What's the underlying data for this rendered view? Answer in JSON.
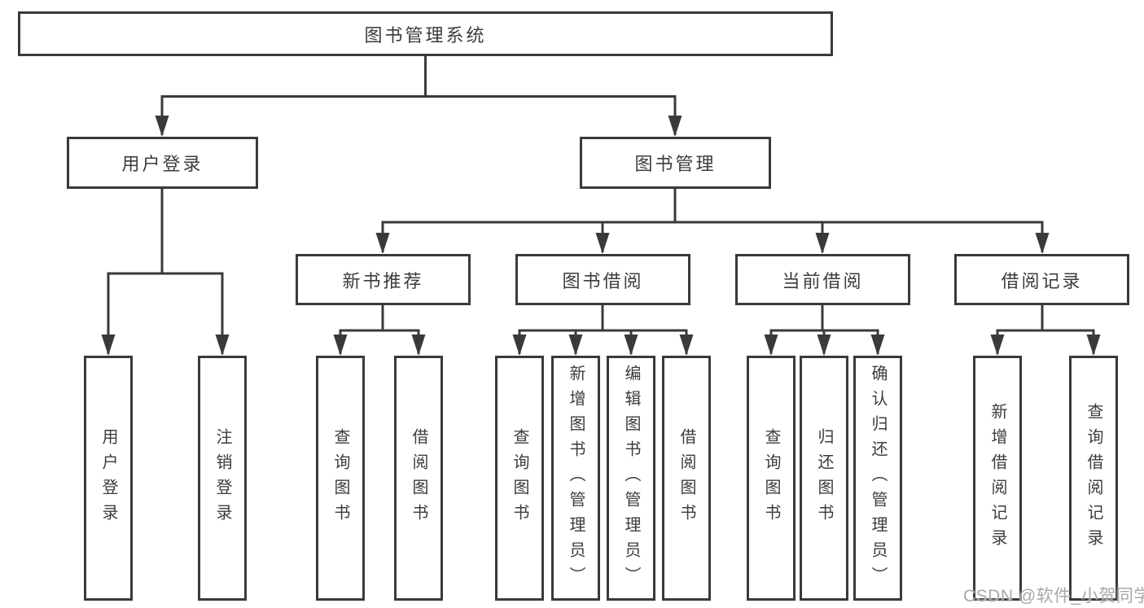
{
  "tree": {
    "label": "图书管理系统",
    "children": [
      {
        "label": "用户登录",
        "children": [
          {
            "label": "用户登录"
          },
          {
            "label": "注销登录"
          }
        ]
      },
      {
        "label": "图书管理",
        "children": [
          {
            "label": "新书推荐",
            "children": [
              {
                "label": "查询图书"
              },
              {
                "label": "借阅图书"
              }
            ]
          },
          {
            "label": "图书借阅",
            "children": [
              {
                "label": "查询图书"
              },
              {
                "label": "新增图书（管理员）"
              },
              {
                "label": "编辑图书（管理员）"
              },
              {
                "label": "借阅图书"
              }
            ]
          },
          {
            "label": "当前借阅",
            "children": [
              {
                "label": "查询图书"
              },
              {
                "label": "归还图书"
              },
              {
                "label": "确认归还（管理员）"
              }
            ]
          },
          {
            "label": "借阅记录",
            "children": [
              {
                "label": "新增借阅记录"
              },
              {
                "label": "查询借阅记录"
              }
            ]
          }
        ]
      }
    ]
  },
  "watermark": {
    "text": "CSDN @软件_小贺同学",
    "color": "#a8a8a8"
  },
  "colors": {
    "line": "#3a3a3a",
    "text": "#3c3c40",
    "background": "#ffffff"
  }
}
